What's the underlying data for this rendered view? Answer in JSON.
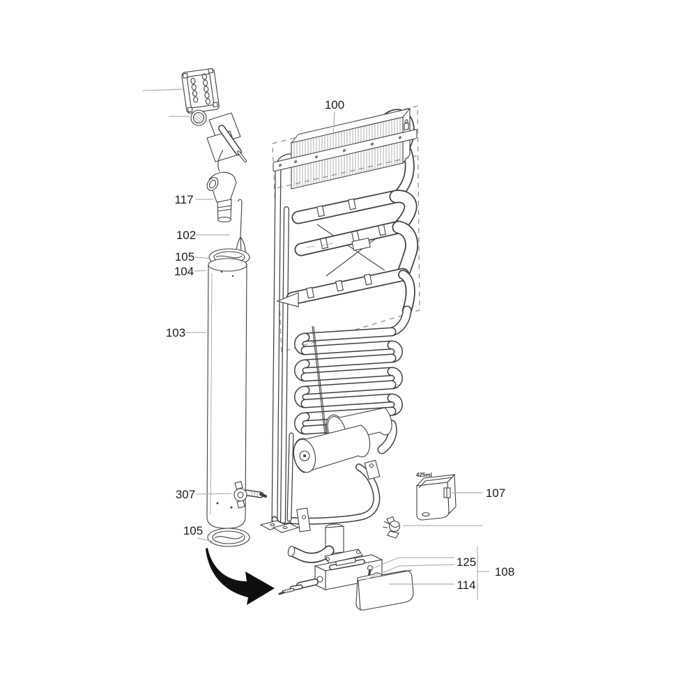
{
  "diagram": {
    "type": "exploded-parts-diagram",
    "subject": "absorption-cooling-unit",
    "labels": {
      "l100": "100",
      "l117": "117",
      "l102": "102",
      "l105_top": "105",
      "l104": "104",
      "l103": "103",
      "l307": "307",
      "l105_bottom": "105",
      "l107": "107",
      "l125": "125",
      "l108": "108",
      "l114": "114",
      "capacity": "425ml"
    },
    "colors": {
      "line": "#3f3f3f",
      "leader": "#b0b0b0",
      "label": "#1a1a1a",
      "arrow": "#0f0f0f",
      "dashed_outline": "#8a8a8a",
      "background": "#ffffff"
    }
  }
}
